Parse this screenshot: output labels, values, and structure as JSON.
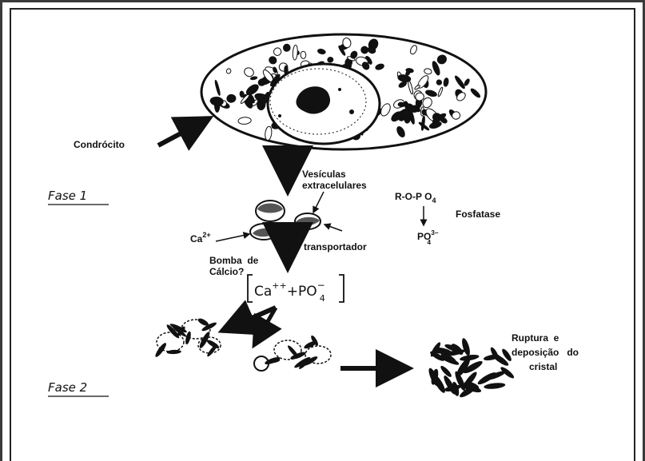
{
  "labels": {
    "condrocito": "Condrócito",
    "fase1": "Fase 1",
    "fase2": "Fase 2",
    "vesiculas_line1": "Vesículas",
    "vesiculas_line2": "extracelulares",
    "ropo4": "R-O-P O",
    "ropo4_sub": "4",
    "fosfatase": "Fosfatase",
    "po4": "PO",
    "po4_sup": "3−",
    "po4_sub": "4",
    "ca": "Ca",
    "ca_sup": "2+",
    "transportador": "transportador",
    "bomba_line1": "Bomba  de",
    "bomba_line2": "Cálcio?",
    "complex_ca": "Ca",
    "complex_ca_sup": "++",
    "complex_plus": "+PO",
    "complex_po_sup": "−",
    "complex_po_sub": "4",
    "ruptura_line1": "Ruptura  e",
    "ruptura_line2": "deposição   do",
    "ruptura_line3": "cristal"
  },
  "colors": {
    "ink": "#111111",
    "frame": "#3a3a3a",
    "background": "#ffffff"
  }
}
